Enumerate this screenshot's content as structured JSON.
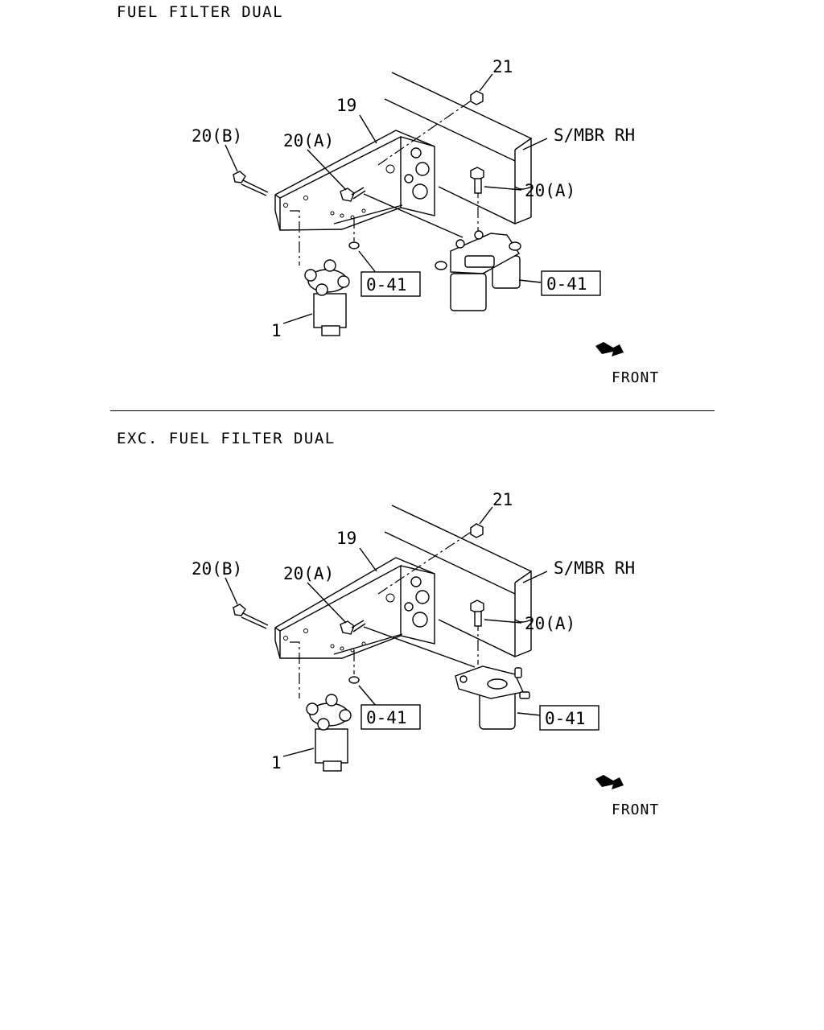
{
  "sections": [
    {
      "title": "FUEL FILTER DUAL",
      "labels": {
        "part_21": "21",
        "part_19": "19",
        "part_20b": "20(B)",
        "part_20a_left": "20(A)",
        "part_20a_right": "20(A)",
        "frame_member": "S/MBR RH",
        "ref_left": "0-41",
        "ref_right": "0-41",
        "part_1": "1",
        "front": "FRONT"
      }
    },
    {
      "title": "EXC. FUEL FILTER DUAL",
      "labels": {
        "part_21": "21",
        "part_19": "19",
        "part_20b": "20(B)",
        "part_20a_left": "20(A)",
        "part_20a_right": "20(A)",
        "frame_member": "S/MBR RH",
        "ref_left": "0-41",
        "ref_right": "0-41",
        "part_1": "1",
        "front": "FRONT"
      }
    }
  ]
}
